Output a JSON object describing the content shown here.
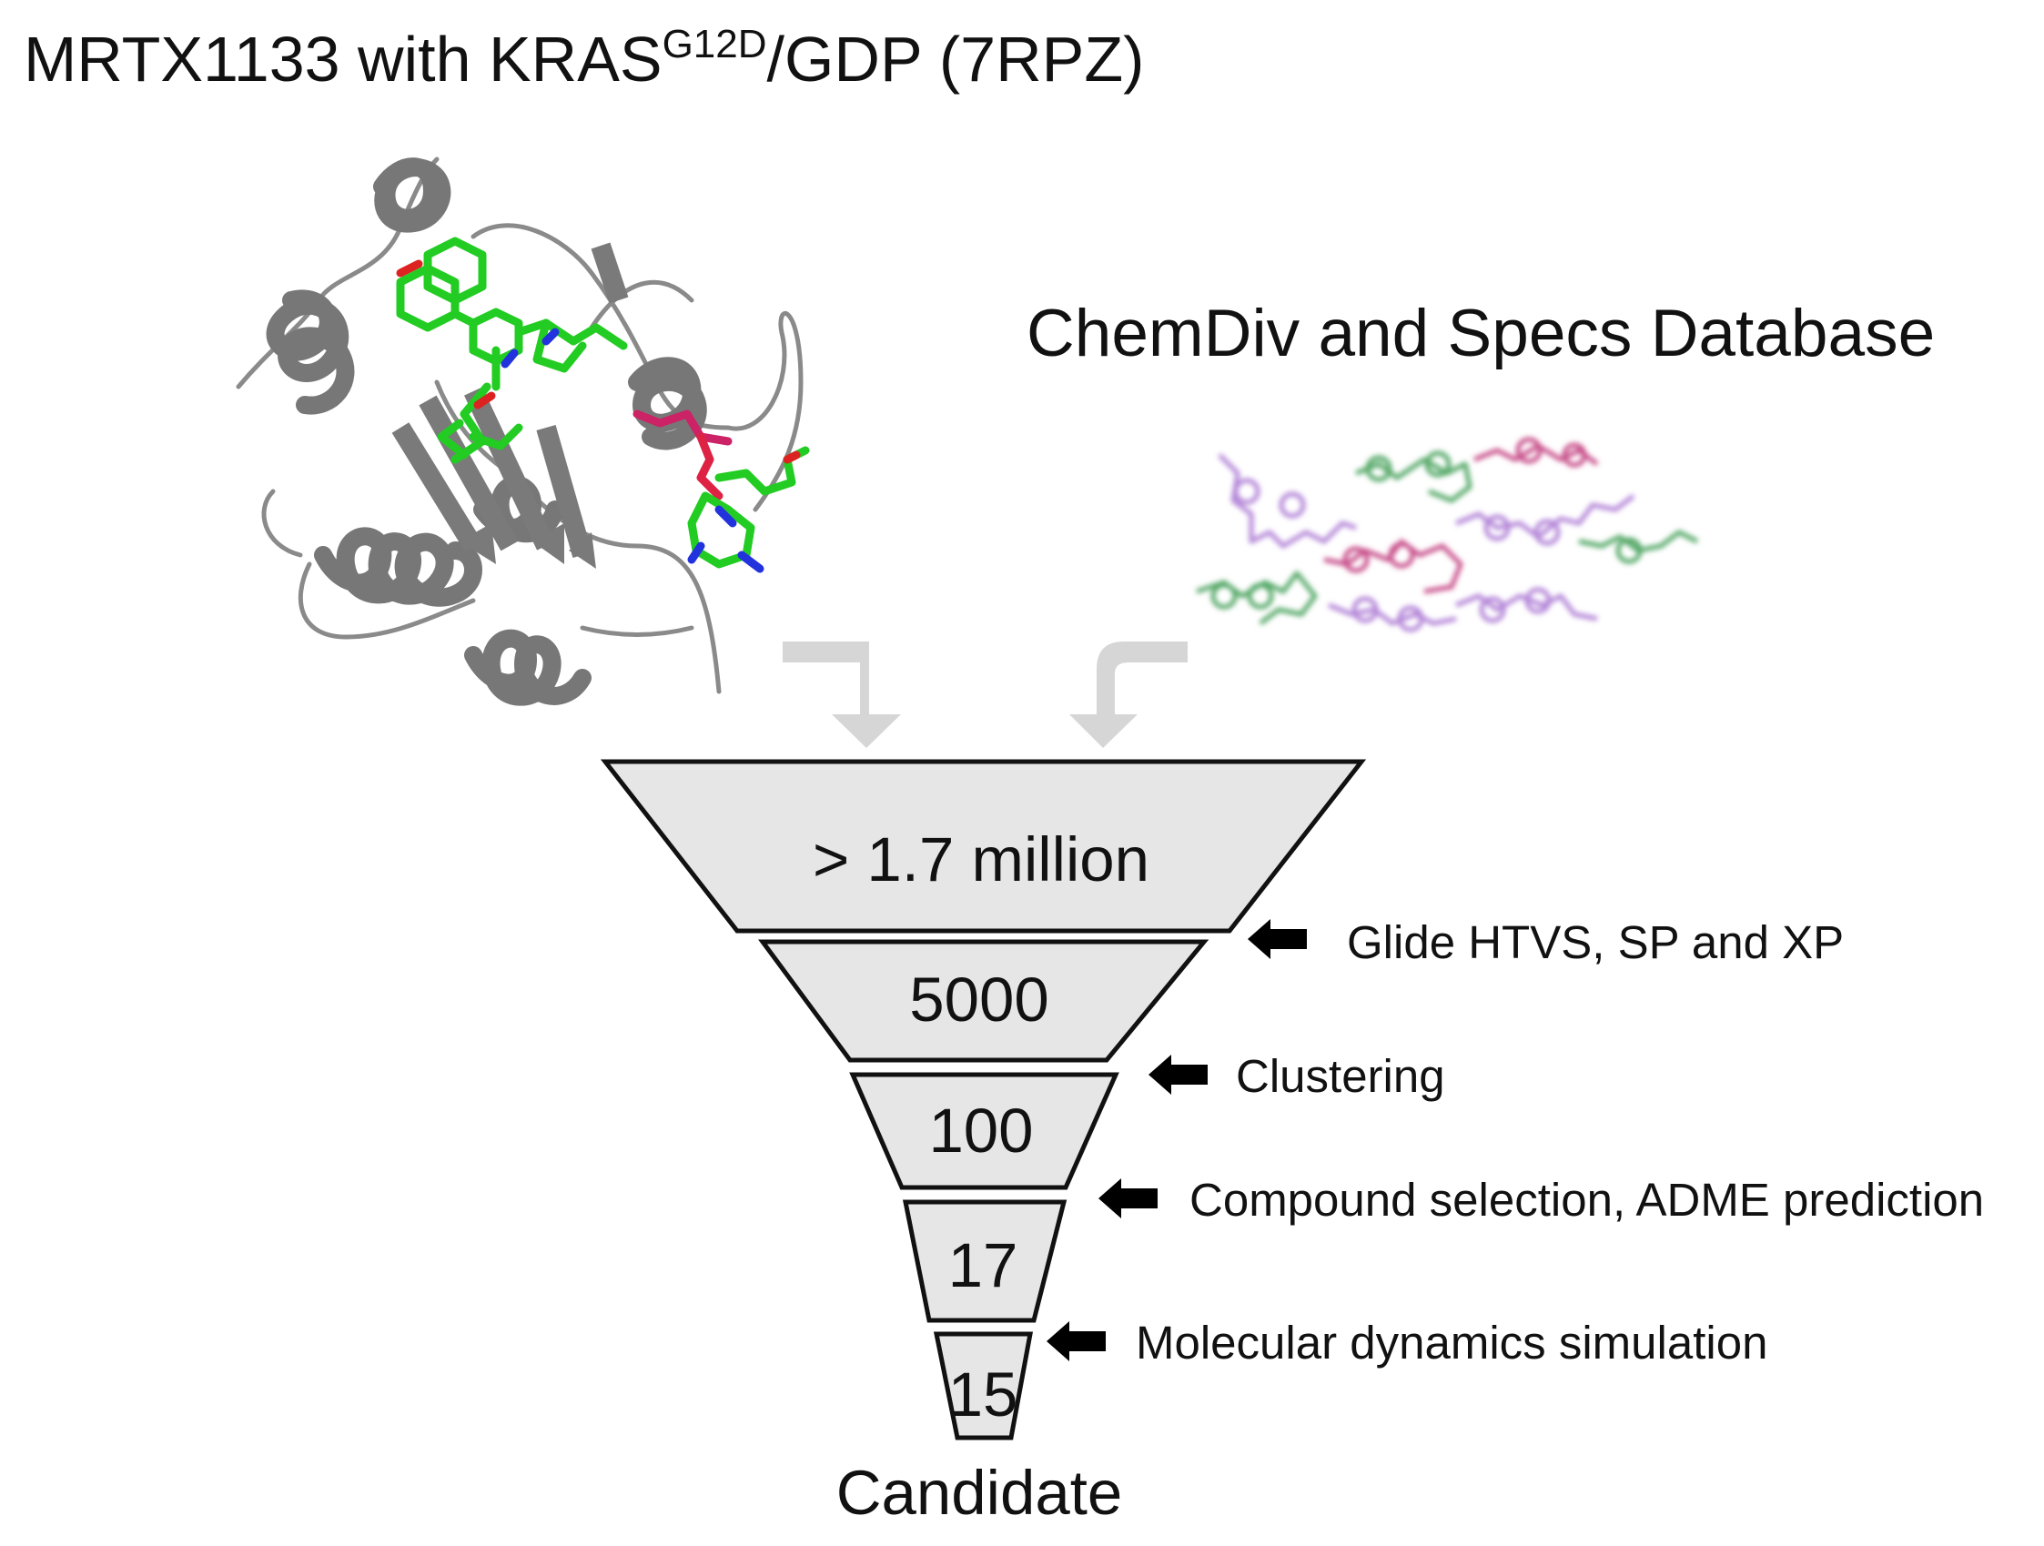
{
  "figure": {
    "title_main": "MRTX1133 with KRAS",
    "title_sup": "G12D",
    "title_tail": "/GDP (7RPZ)",
    "database_title": "ChemDiv and Specs Database"
  },
  "funnel": {
    "stages": [
      {
        "count": "> 1.7 million"
      },
      {
        "count": "5000"
      },
      {
        "count": "100"
      },
      {
        "count": "17"
      },
      {
        "count": "15"
      }
    ],
    "steps": [
      {
        "label": "Glide HTVS, SP and XP"
      },
      {
        "label": "Clustering"
      },
      {
        "label": "Compound selection, ADME prediction"
      },
      {
        "label": "Molecular dynamics simulation"
      }
    ],
    "output_label": "Candidate"
  },
  "colors": {
    "funnel_fill": "#e6e6e6",
    "protein_ribbon": "#858585",
    "ligand_carbon": "#22cc22",
    "ligand_nitrogen": "#2233dd",
    "ligand_oxygen": "#dd2222",
    "phosphate": "#cc2266",
    "flow_arrow": "#d6d6d6",
    "step_arrow": "#000000"
  }
}
